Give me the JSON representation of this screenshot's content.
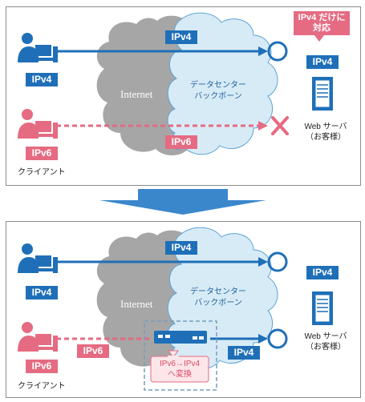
{
  "top": {
    "link_label_top": "IPv4",
    "client_v4_label": "IPv4",
    "client_v6_label": "IPv6",
    "client_caption": "クライアント",
    "link_label_bottom": "IPv6",
    "cloud_internet": "Internet",
    "cloud_dc_line1": "データセンター",
    "cloud_dc_line2": "バックボーン",
    "callout_line1": "IPv4 だけに",
    "callout_line2": "対応",
    "server_label": "IPv4",
    "server_caption_line1": "Web サーバ",
    "server_caption_line2": "（お客様）"
  },
  "bottom": {
    "link_label_top": "IPv4",
    "client_v4_label": "IPv4",
    "client_v6_label": "IPv6",
    "client_caption": "クライアント",
    "link_label_v6": "IPv6",
    "link_label_v4": "IPv4",
    "cloud_internet": "Internet",
    "cloud_dc_line1": "データセンター",
    "cloud_dc_line2": "バックボーン",
    "server_label": "IPv4",
    "server_caption_line1": "Web サーバ",
    "server_caption_line2": "（お客様）",
    "converter_line1": "IPv6→IPv4",
    "converter_line2": "へ変換"
  },
  "colors": {
    "ipv4_blue": "#1f6fb8",
    "ipv6_red": "#e56b82",
    "internet_gray": "#a6a6a6",
    "datacenter_cloud": "#d7ebf6",
    "transition_arrow": "#3a87cc"
  }
}
